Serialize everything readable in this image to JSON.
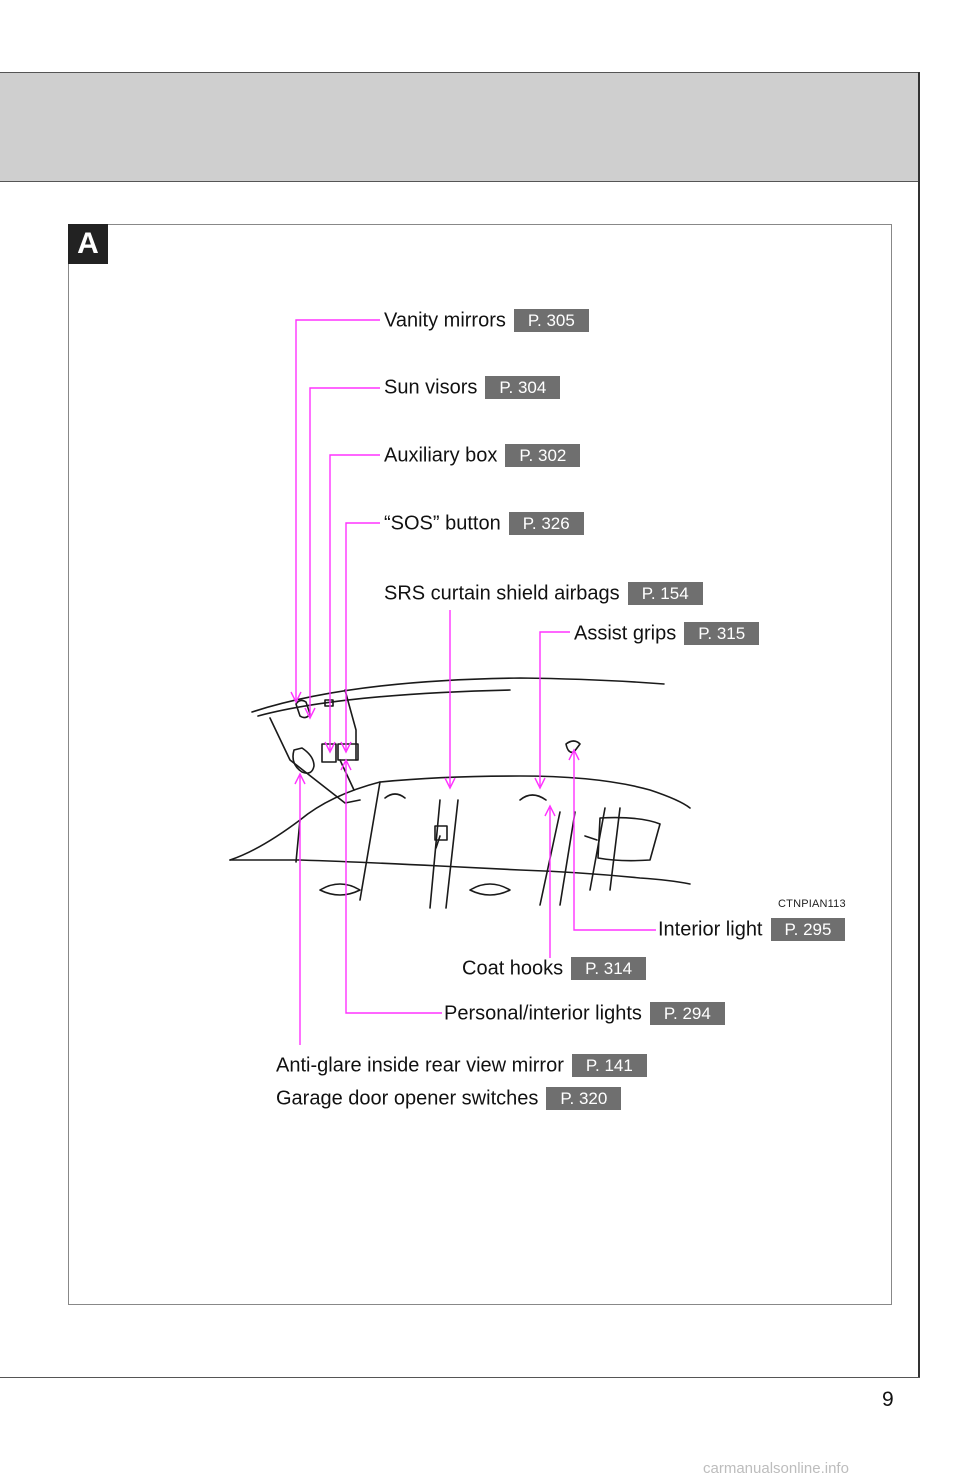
{
  "section": {
    "tag": "A"
  },
  "callouts": {
    "vanity_mirrors": {
      "label": "Vanity mirrors",
      "ref": "P. 305"
    },
    "sun_visors": {
      "label": "Sun visors",
      "ref": "P. 304"
    },
    "auxiliary_box": {
      "label": "Auxiliary box",
      "ref": "P. 302"
    },
    "sos_button": {
      "label": "“SOS” button",
      "ref": "P. 326"
    },
    "srs_airbags": {
      "label": "SRS curtain shield airbags",
      "ref": "P. 154"
    },
    "assist_grips": {
      "label": "Assist grips",
      "ref": "P. 315"
    },
    "interior_light": {
      "label": "Interior light",
      "ref": "P. 295"
    },
    "coat_hooks": {
      "label": "Coat hooks",
      "ref": "P. 314"
    },
    "personal_lights": {
      "label": "Personal/interior lights",
      "ref": "P. 294"
    },
    "rear_view_mirror": {
      "label": "Anti-glare inside rear view mirror",
      "ref": "P. 141"
    },
    "garage_door": {
      "label": "Garage door opener switches",
      "ref": "P. 320"
    }
  },
  "figure_code": "CTNPIAN113",
  "page_number": "9",
  "watermark": "carmanualsonline.info",
  "colors": {
    "leader_line": "#ff33ff",
    "ref_badge": "#6f6f6f",
    "header_band": "#cfcfcf"
  }
}
